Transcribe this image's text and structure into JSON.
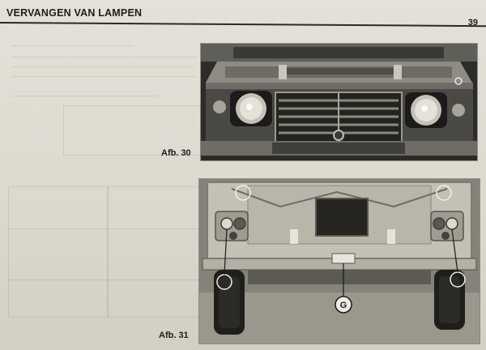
{
  "header": {
    "title": "VERVANGEN VAN LAMPEN",
    "page_number": "39"
  },
  "figures": [
    {
      "caption": "Afb. 30"
    },
    {
      "caption": "Afb. 31",
      "callout_label": "G"
    }
  ]
}
